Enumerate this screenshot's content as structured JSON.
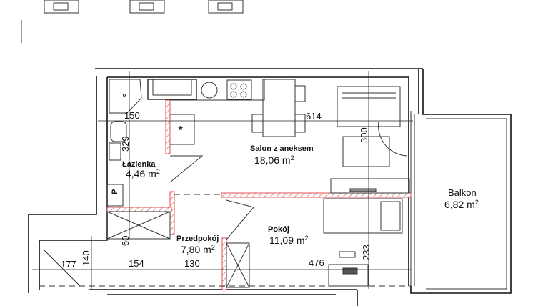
{
  "rooms": {
    "salon": {
      "name": "Salon z aneksem",
      "area": "18,06 m",
      "unit_sup": "2"
    },
    "lazienka": {
      "name": "Łazienka",
      "area": "4,46 m",
      "unit_sup": "2"
    },
    "balkon": {
      "name": "Balkon",
      "area": "6,82 m",
      "unit_sup": "2"
    },
    "pokoj": {
      "name": "Pokój",
      "area": "11,09 m",
      "unit_sup": "2"
    },
    "przedpokoj": {
      "name": "Przedpokój",
      "area": "7,80 m",
      "unit_sup": "2"
    }
  },
  "dimensions": {
    "d150": "150",
    "d614": "614",
    "d300": "300",
    "d329": "329",
    "d60": "60",
    "d140": "140",
    "d177": "177",
    "d154": "154",
    "d130": "130",
    "d476": "476",
    "d233": "233"
  },
  "markers": {
    "p": "P"
  },
  "colors": {
    "wall": "#111111",
    "new_wall": "#e05050"
  }
}
